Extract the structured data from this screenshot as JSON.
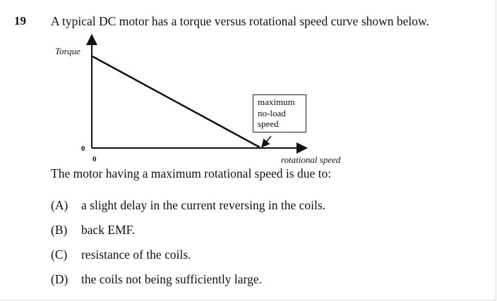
{
  "question": {
    "number": "19",
    "stem": "A typical DC motor has a torque versus rotational speed curve shown below.",
    "prompt": "The motor having a maximum rotational speed is due to:",
    "options": [
      {
        "letter": "(A)",
        "text": "a slight delay in the current reversing in the coils."
      },
      {
        "letter": "(B)",
        "text": "back EMF."
      },
      {
        "letter": "(C)",
        "text": "resistance of the coils."
      },
      {
        "letter": "(D)",
        "text": "the coils not being sufficiently large."
      }
    ]
  },
  "graph": {
    "y_axis_label": "Torque",
    "x_axis_label": "rotational speed",
    "y_origin_label": "0",
    "x_origin_label": "0",
    "callout_lines": [
      "maximum",
      "no-load",
      "speed"
    ]
  }
}
